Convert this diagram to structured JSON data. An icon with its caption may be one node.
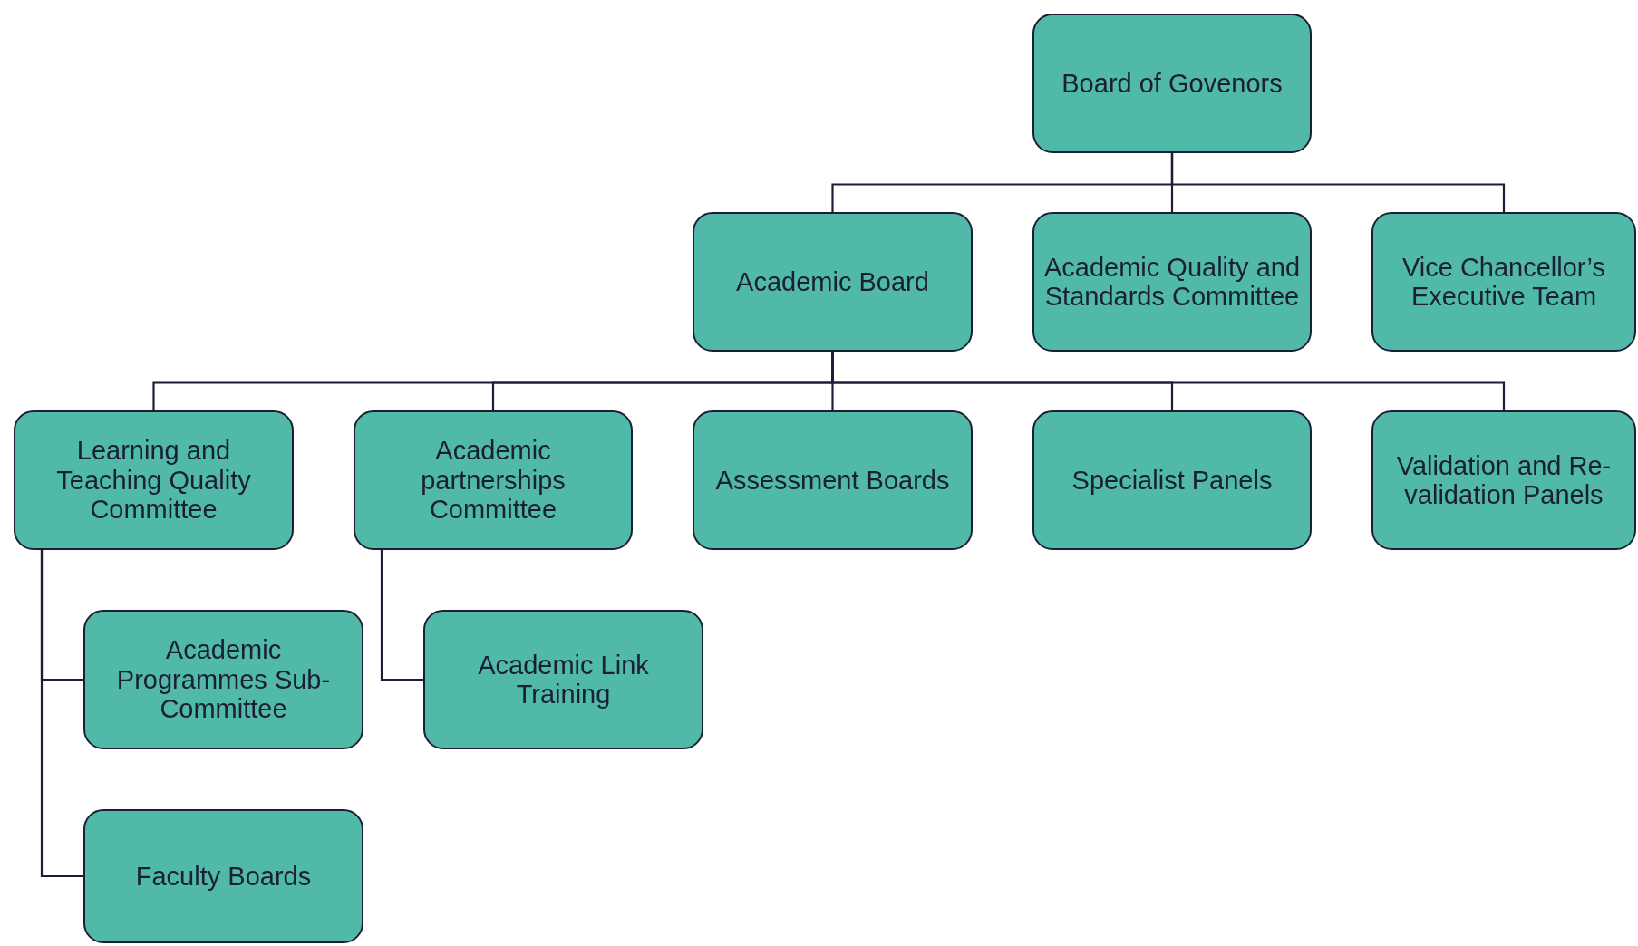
{
  "diagram": {
    "nodes": [
      {
        "text": [
          "Board of Govenors"
        ]
      },
      {
        "text": [
          "Academic Board"
        ]
      },
      {
        "text": [
          "Academic Quality and Standards Committee"
        ]
      },
      {
        "text": [
          "Vice Chancellor’s Executive Team"
        ]
      },
      {
        "text": [
          "Learning and Teaching Quality Committee"
        ]
      },
      {
        "text": [
          "Academic partnerships Committee"
        ]
      },
      {
        "text": [
          "Assessment Boards"
        ]
      },
      {
        "text": [
          "Specialist Panels"
        ]
      },
      {
        "text": [
          "Validation and Re-validation Panels"
        ]
      },
      {
        "text": [
          "Academic Programmes Sub-Committee"
        ]
      },
      {
        "text": [
          "Academic Link Training"
        ]
      },
      {
        "text": [
          "Faculty Boards"
        ]
      }
    ],
    "edges": [
      {
        "from": 0,
        "to": 1,
        "arrow": "none"
      },
      {
        "from": 0,
        "to": 2,
        "arrow": "none"
      },
      {
        "from": 0,
        "to": 3,
        "arrow": "none"
      },
      {
        "from": 1,
        "to": 4,
        "arrow": "none"
      },
      {
        "from": 1,
        "to": 5,
        "arrow": "none"
      },
      {
        "from": 1,
        "to": 6,
        "arrow": "none"
      },
      {
        "from": 1,
        "to": 7,
        "arrow": "none"
      },
      {
        "from": 1,
        "to": 8,
        "arrow": "none"
      },
      {
        "from": 4,
        "to": 9,
        "arrow": "none"
      },
      {
        "from": 5,
        "to": 10,
        "arrow": "none"
      },
      {
        "from": 4,
        "to": 11,
        "arrow": "none"
      }
    ]
  }
}
